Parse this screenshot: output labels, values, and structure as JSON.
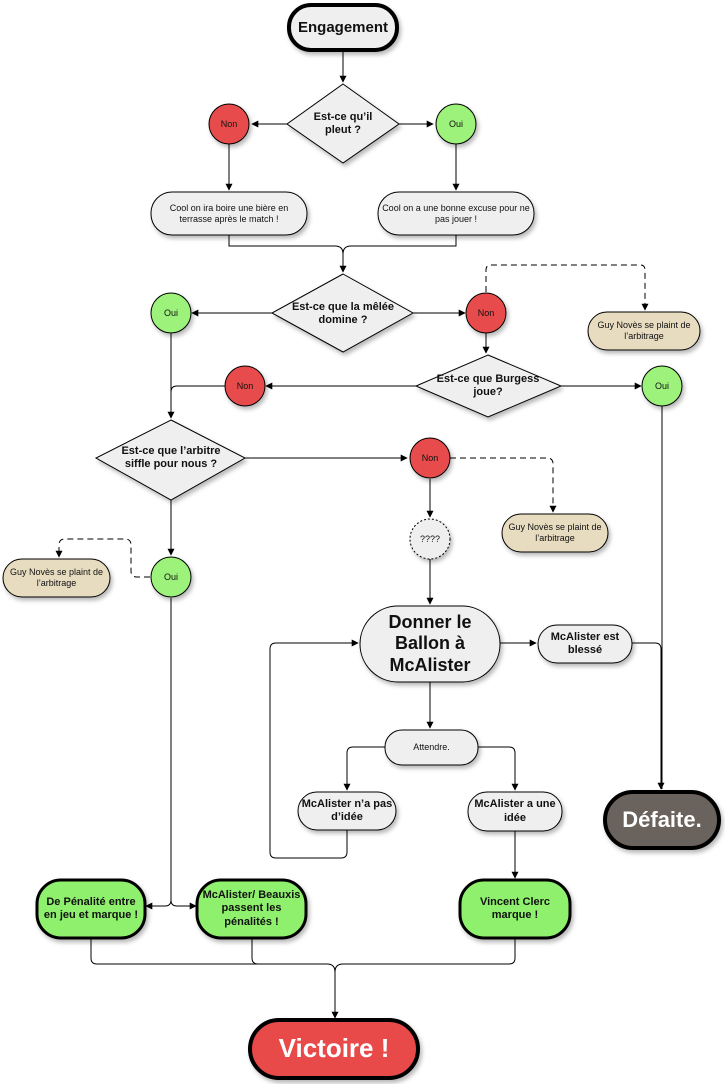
{
  "nodes": {
    "engagement": "Engagement",
    "q_rain": "Est-ce qu’il pleut ?",
    "rain_non": "Non",
    "rain_oui": "Oui",
    "beer": "Cool on ira boire une bière en terrasse après le match !",
    "excuse": "Cool on a une bonne excuse pour ne pas jouer !",
    "q_melee": "Est-ce que la mêlée domine ?",
    "melee_oui": "Oui",
    "melee_non": "Non",
    "noves_1": "Guy Novès se plaint de l’arbitrage",
    "q_burgess": "Est-ce que Burgess joue?",
    "burgess_non": "Non",
    "burgess_oui": "Oui",
    "q_arbitre": "Est-ce que l’arbitre siffle pour nous ?",
    "arbitre_non": "Non",
    "arbitre_oui": "Oui",
    "noves_2": "Guy Novès se plaint de l’arbitrage",
    "noves_3": "Guy Novès se plaint de l’arbitrage",
    "unknown": "????",
    "donner": "Donner le Ballon à McAlister",
    "blesse": "McAlister est blessé",
    "attendre": "Attendre.",
    "pas_idee": "McAlister n’a pas d’idée",
    "une_idee": "McAlister a une idée",
    "defaite": "Défaite.",
    "penalite": "De Pénalité entre en jeu et marque !",
    "beauxis": "McAlister/ Beauxis passent les pénalités !",
    "clerc": "Vincent Clerc marque !",
    "victoire": "Victoire !"
  },
  "colors": {
    "red_circle": "#e84b4b",
    "green_circle": "#9cf27a",
    "neutral_fill": "#efefef",
    "tan_fill": "#e8dcc0",
    "green_box": "#8ef06c",
    "victoire_fill": "#e84848",
    "defaite_fill": "#6b625d",
    "line": "#000000"
  }
}
